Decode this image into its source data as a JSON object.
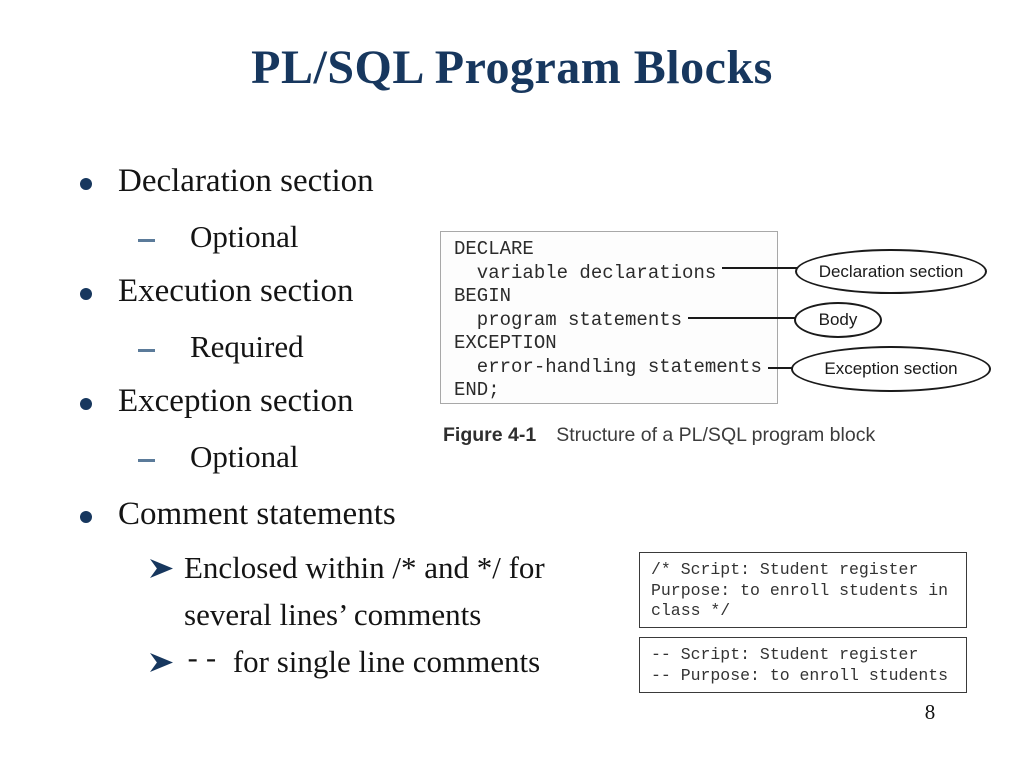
{
  "slide": {
    "title": "PL/SQL Program Blocks",
    "page_number": "8"
  },
  "bullets": [
    {
      "text": "Declaration section"
    },
    {
      "text": "Optional"
    },
    {
      "text": "Execution section"
    },
    {
      "text": "Required"
    },
    {
      "text": "Exception section"
    },
    {
      "text": "Optional"
    },
    {
      "text": "Comment statements"
    }
  ],
  "arrow_items": {
    "multi_line_1": "Enclosed within /* and */ for",
    "multi_line_2": "several lines’ comments",
    "single_prefix": "--",
    "single_rest": "for single line comments"
  },
  "figure": {
    "code_lines": [
      "DECLARE",
      "  variable declarations",
      "BEGIN",
      "  program statements",
      "EXCEPTION",
      "  error-handling statements",
      "END;"
    ],
    "labels": {
      "declaration": "Declaration section",
      "body": "Body",
      "exception": "Exception section"
    },
    "caption_label": "Figure 4-1",
    "caption_text": "Structure of a PL/SQL program block"
  },
  "comment_boxes": {
    "block_comment": [
      "/* Script: Student register",
      "Purpose: to enroll students in",
      "class */"
    ],
    "line_comment": [
      "-- Script: Student register",
      "-- Purpose: to enroll students"
    ]
  }
}
